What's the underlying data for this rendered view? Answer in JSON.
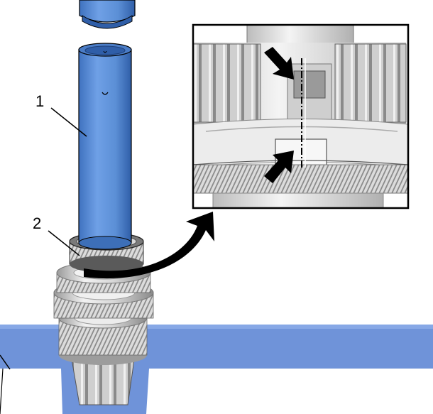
{
  "callouts": [
    {
      "id": "1",
      "text": "1"
    },
    {
      "id": "2",
      "text": "2"
    }
  ],
  "colors": {
    "tool_blue": "#5b8fd6",
    "tool_blue_dark": "#3d6fb8",
    "table_blue": "#6f93d9",
    "gear_light": "#e6e6e6",
    "gear_mid": "#bdbdbd",
    "gear_dark": "#6e6e6e",
    "outline": "#000000"
  }
}
